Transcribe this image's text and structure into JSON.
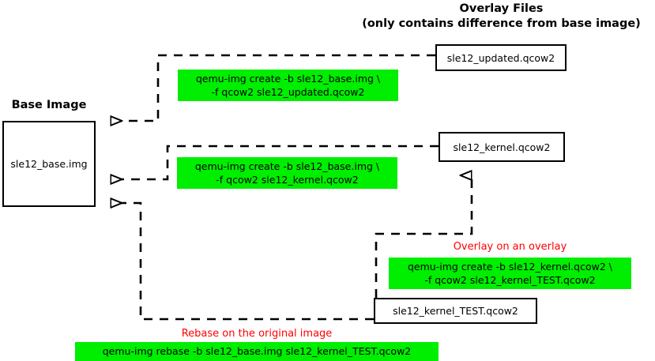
{
  "diagram": {
    "titles": {
      "overlay_files_line1": "Overlay Files",
      "overlay_files_line2": "(only contains difference from base image)",
      "base_image": "Base Image"
    },
    "nodes": {
      "base": "sle12_base.img",
      "updated": "sle12_updated.qcow2",
      "kernel": "sle12_kernel.qcow2",
      "kernel_test": "sle12_kernel_TEST.qcow2"
    },
    "commands": {
      "create_updated": "qemu-img create -b sle12_base.img \\\n-f qcow2 sle12_updated.qcow2",
      "create_kernel": "qemu-img create -b sle12_base.img \\\n-f qcow2 sle12_kernel.qcow2",
      "create_kernel_test": "qemu-img create -b sle12_kernel.qcow2 \\\n-f qcow2 sle12_kernel_TEST.qcow2",
      "rebase": "qemu-img rebase -b sle12_base.img sle12_kernel_TEST.qcow2"
    },
    "notes": {
      "overlay_on_overlay": "Overlay on an overlay",
      "rebase_on_original": "Rebase on the original image"
    },
    "colors": {
      "command_background": "#00ee00",
      "note_text": "#ff0000",
      "line": "#000000",
      "box_fill": "#ffffff"
    }
  }
}
